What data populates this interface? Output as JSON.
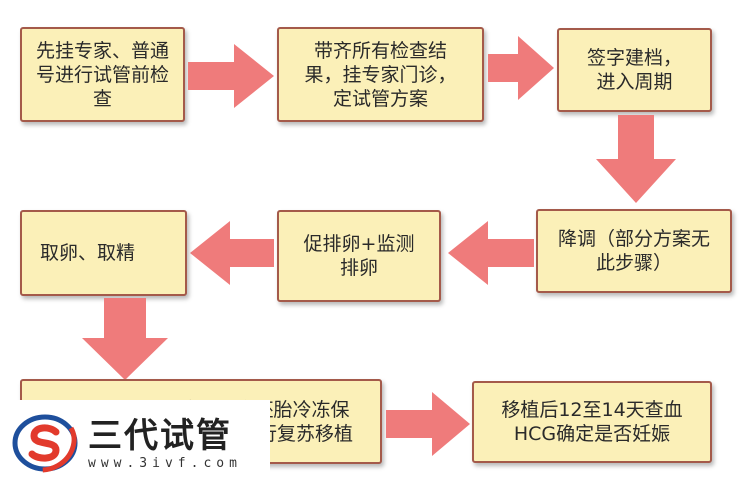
{
  "steps": {
    "s1": "先挂专家、普通号进行试管前检查",
    "s2": "带齐所有检查结果，挂专家门诊，定试管方案",
    "s3": "签字建档，进入周期",
    "s4": "降调（部分方案无此步骤）",
    "s5": "促排卵+监测排卵",
    "s6": "取卵、取精",
    "s7": "取卵后2-5天移植，剩余胚胎冷冻保存；或全胚冷冻，休息后行复苏移植",
    "s8": "移植后12至14天查血HCG确定是否妊娠"
  },
  "watermark": {
    "title": "三代试管",
    "url": "www.3ivf.com"
  },
  "colors": {
    "box_fill": "#fbf0b8",
    "box_border": "#a45a4a",
    "arrow": "#ef7b7b"
  }
}
